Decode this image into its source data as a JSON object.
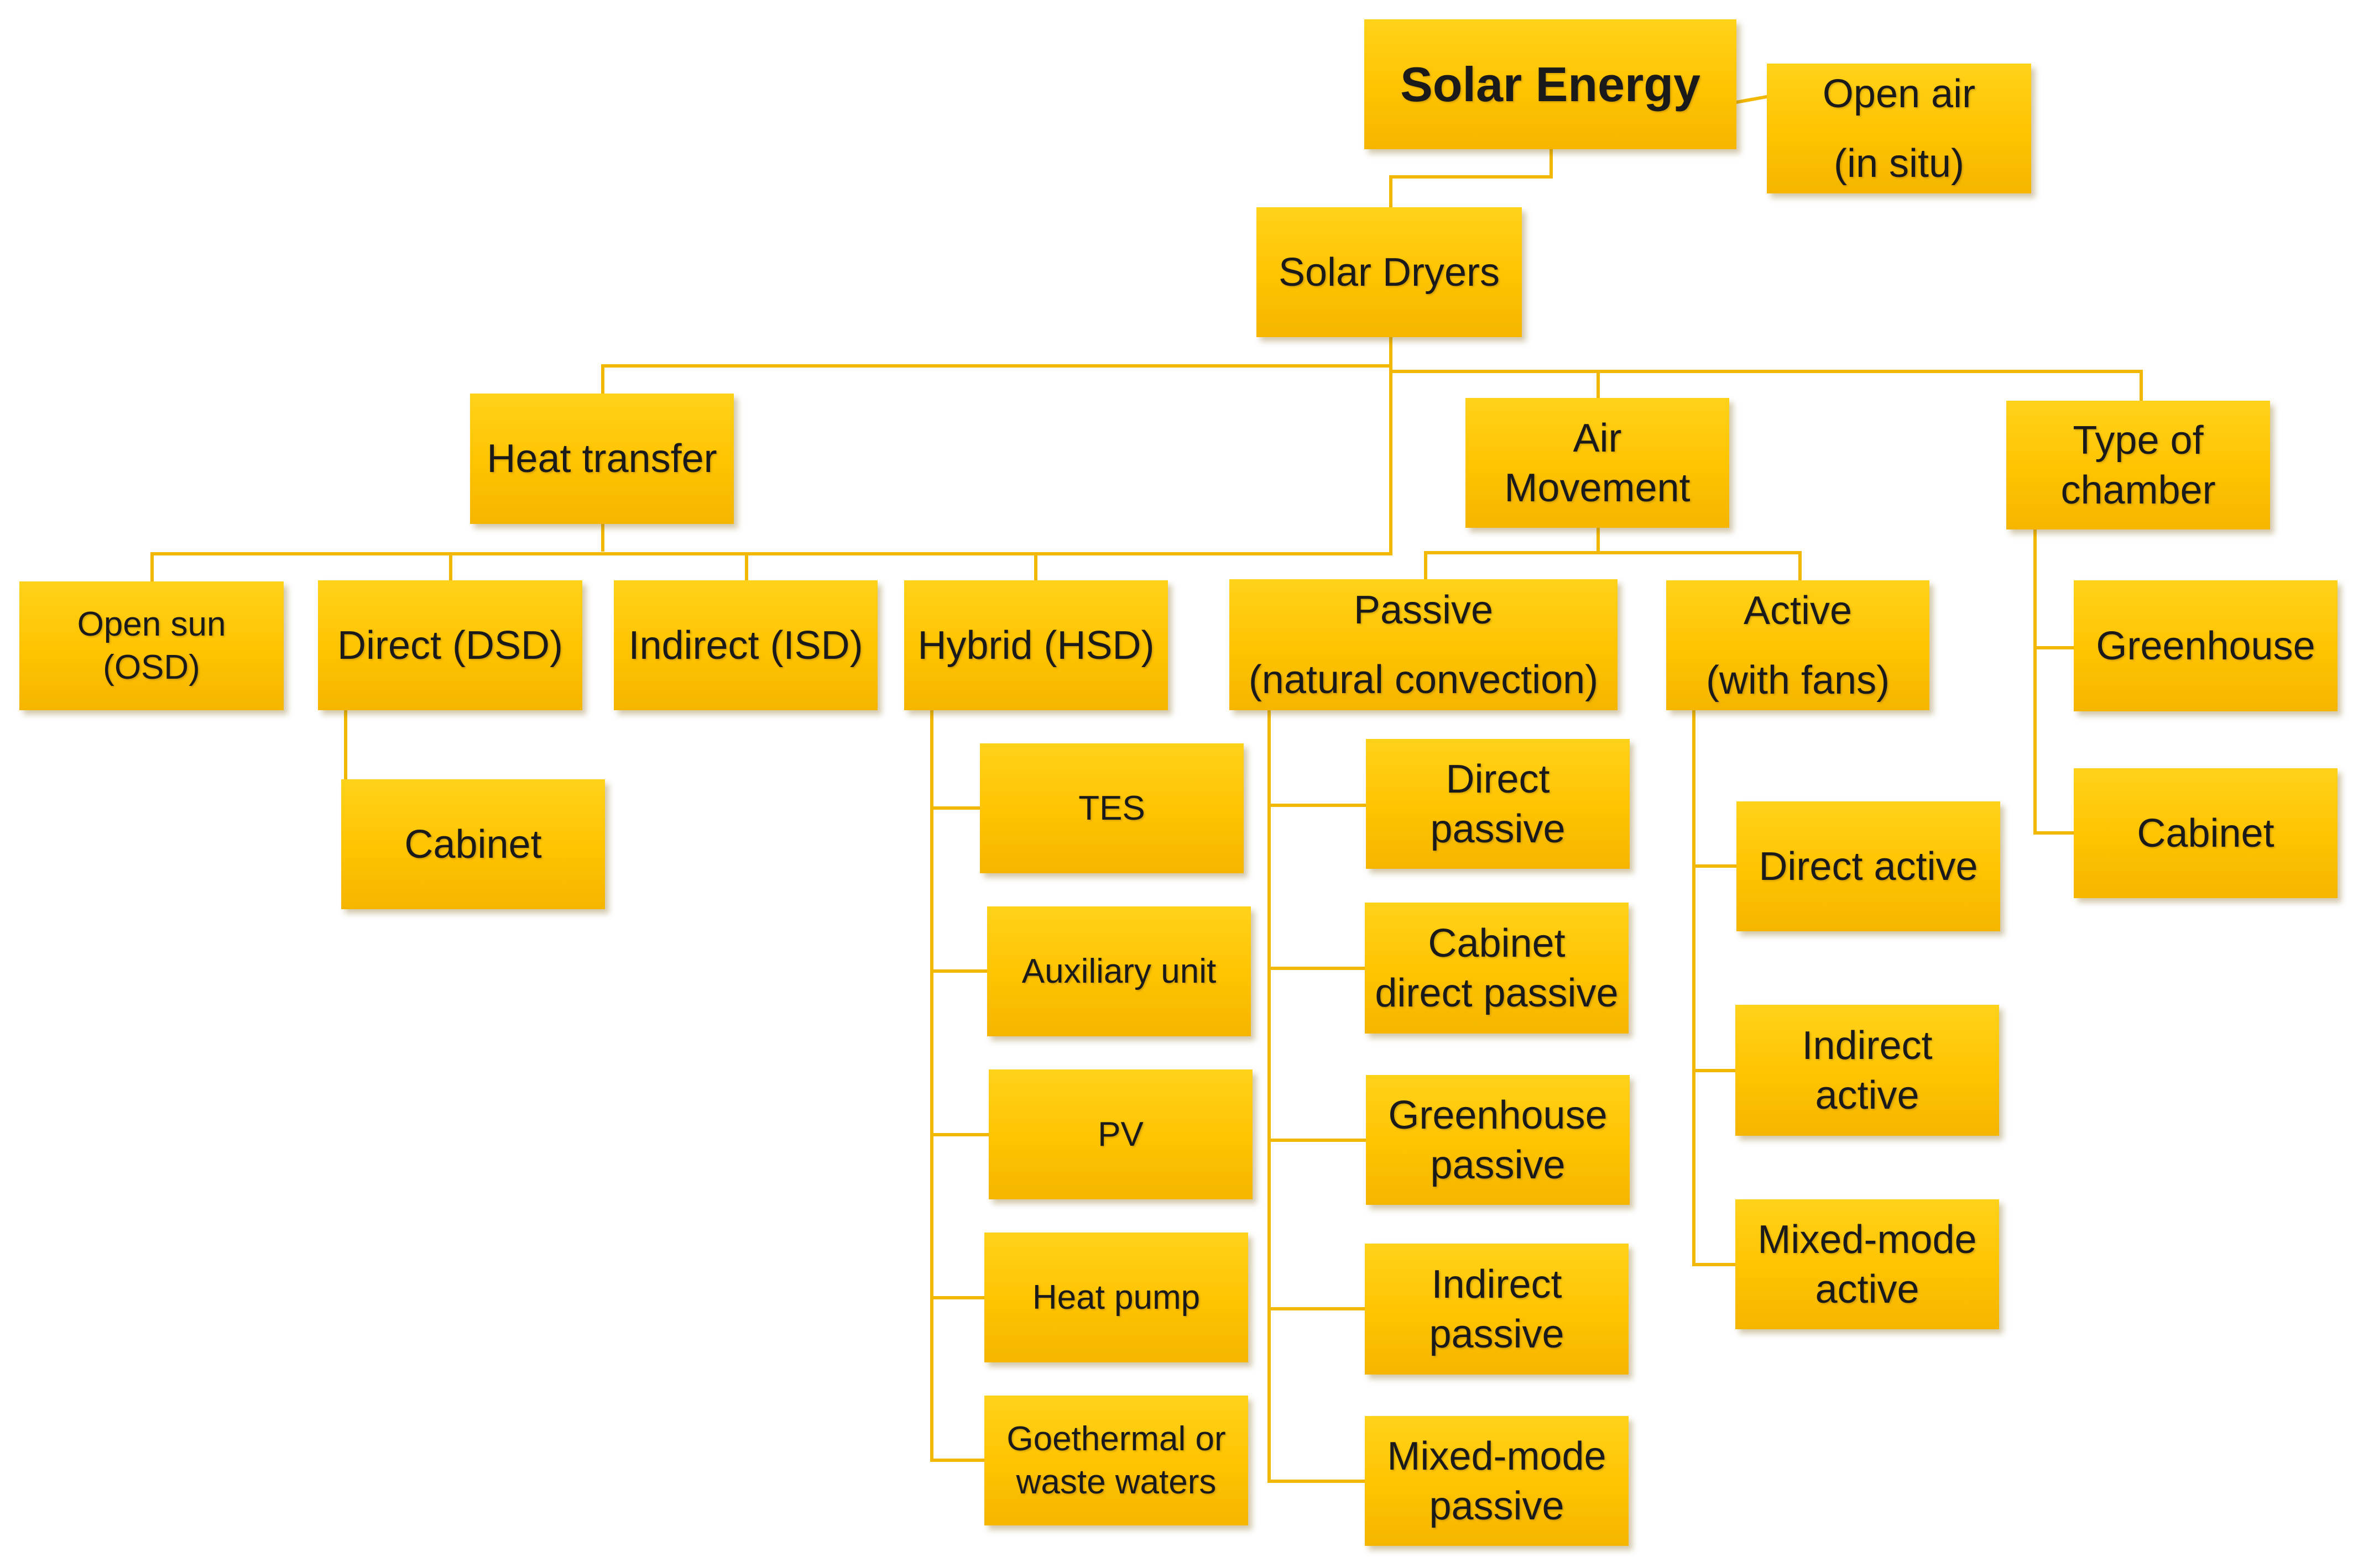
{
  "diagram": {
    "nodes": {
      "solar_energy": [
        "Solar Energy"
      ],
      "open_air": [
        "Open air",
        "(in situ)"
      ],
      "solar_dryers": [
        "Solar Dryers"
      ],
      "heat_transfer": [
        "Heat transfer"
      ],
      "air_movement": [
        "Air",
        "Movement"
      ],
      "type_of_chamber": [
        "Type of",
        "chamber"
      ],
      "open_sun": [
        "Open sun",
        "(OSD)"
      ],
      "direct_dsd": [
        "Direct (DSD)"
      ],
      "indirect_isd": [
        "Indirect (ISD)"
      ],
      "hybrid_hsd": [
        "Hybrid (HSD)"
      ],
      "passive": [
        "Passive",
        "(natural convection)"
      ],
      "active": [
        "Active",
        "(with fans)"
      ],
      "greenhouse": [
        "Greenhouse"
      ],
      "cabinet_chamber": [
        "Cabinet"
      ],
      "cabinet_direct": [
        "Cabinet"
      ],
      "tes": [
        "TES"
      ],
      "auxiliary_unit": [
        "Auxiliary unit"
      ],
      "pv": [
        "PV"
      ],
      "heat_pump": [
        "Heat pump"
      ],
      "geothermal": [
        "Goethermal or",
        "waste waters"
      ],
      "direct_passive": [
        "Direct",
        "passive"
      ],
      "cabinet_direct_passive": [
        "Cabinet",
        "direct passive"
      ],
      "greenhouse_passive": [
        "Greenhouse",
        "passive"
      ],
      "indirect_passive": [
        "Indirect",
        "passive"
      ],
      "mixed_mode_passive": [
        "Mixed-mode",
        "passive"
      ],
      "direct_active": [
        "Direct active"
      ],
      "indirect_active": [
        "Indirect",
        "active"
      ],
      "mixed_mode_active": [
        "Mixed-mode",
        "active"
      ]
    },
    "colors": {
      "box_fill": "#ffc300",
      "connector": "#f2b700",
      "text": "#1a1a1a"
    }
  }
}
